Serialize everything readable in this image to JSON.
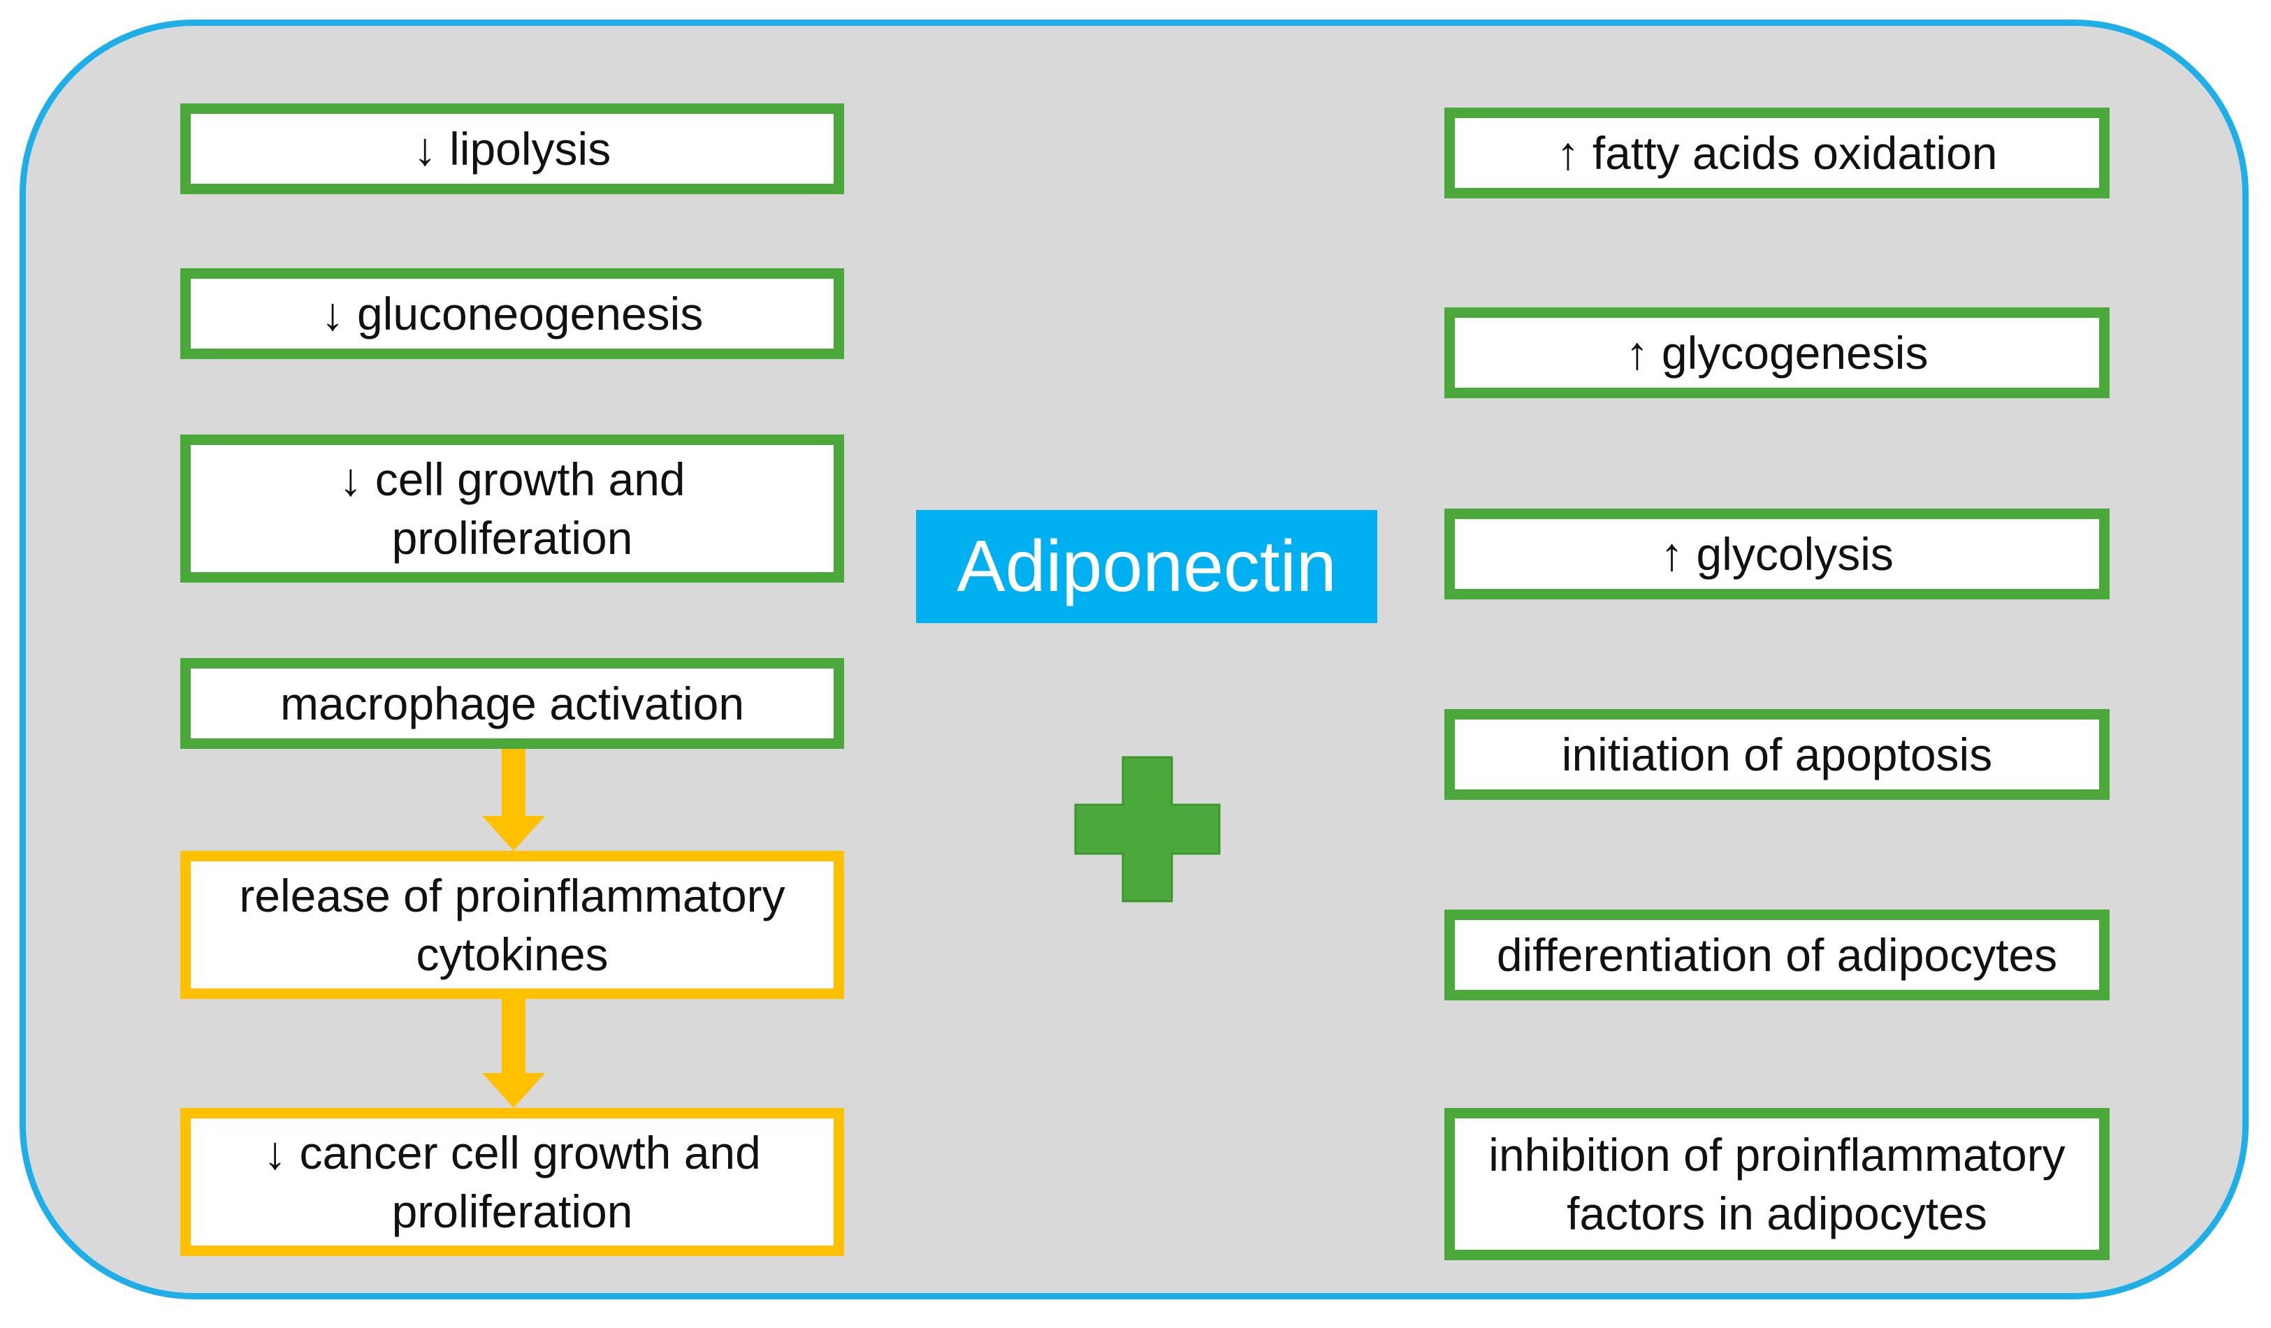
{
  "center": {
    "title": "Adiponectin",
    "plus_icon": "plus-icon"
  },
  "left_column": [
    {
      "text": "↓ lipolysis",
      "style": "green"
    },
    {
      "text": "↓ gluconeogenesis",
      "style": "green"
    },
    {
      "text": "↓ cell growth and proliferation",
      "style": "green"
    },
    {
      "text": "macrophage activation",
      "style": "green"
    },
    {
      "text": "release of proinflammatory cytokines",
      "style": "amber"
    },
    {
      "text": "↓ cancer cell growth and proliferation",
      "style": "amber"
    }
  ],
  "right_column": [
    {
      "text": "↑ fatty acids oxidation",
      "style": "green"
    },
    {
      "text": "↑ glycogenesis",
      "style": "green"
    },
    {
      "text": "↑ glycolysis",
      "style": "green"
    },
    {
      "text": "initiation of apoptosis",
      "style": "green"
    },
    {
      "text": "differentiation of adipocytes",
      "style": "green"
    },
    {
      "text": "inhibition of proinflammatory factors in adipocytes",
      "style": "green"
    }
  ],
  "colors": {
    "frame": "#1eaee8",
    "background": "#d9d9d9",
    "green": "#4aa93a",
    "amber": "#ffc000",
    "title_fill": "#00b0f0"
  }
}
